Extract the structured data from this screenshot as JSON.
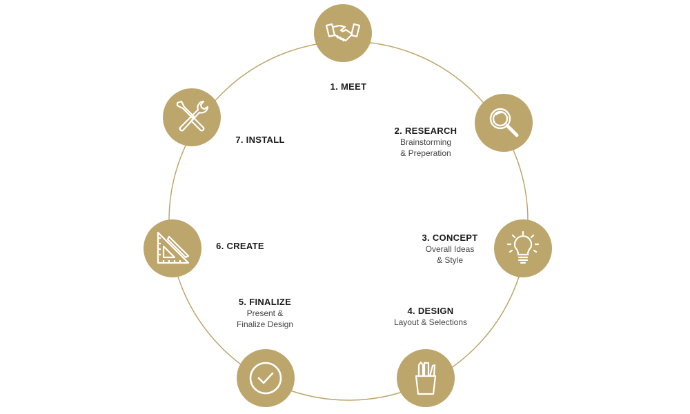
{
  "accent_color": "#bda66c",
  "steps": [
    {
      "title": "1. MEET",
      "icon": "handshake-icon"
    },
    {
      "title": "2. RESEARCH",
      "lines": [
        "Brainstorming",
        "& Preperation"
      ],
      "icon": "magnifier-icon"
    },
    {
      "title": "3. CONCEPT",
      "lines": [
        "Overall Ideas",
        "& Style"
      ],
      "icon": "lightbulb-icon"
    },
    {
      "title": "4. DESIGN",
      "lines": [
        "Layout & Selections"
      ],
      "icon": "pencil-cup-icon"
    },
    {
      "title": "5. FINALIZE",
      "lines": [
        "Present &",
        "Finalize Design"
      ],
      "icon": "checkmark-icon"
    },
    {
      "title": "6. CREATE",
      "icon": "ruler-triangle-icon"
    },
    {
      "title": "7. INSTALL",
      "icon": "tools-icon"
    }
  ]
}
